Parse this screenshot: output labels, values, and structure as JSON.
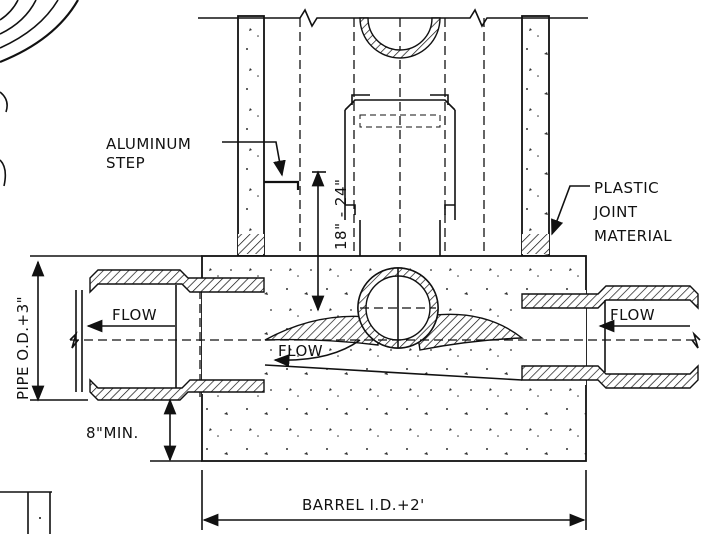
{
  "labels": {
    "aluminum_step_line1": "ALUMINUM",
    "aluminum_step_line2": "STEP",
    "plastic_joint_line1": "PLASTIC",
    "plastic_joint_line2": "JOINT",
    "plastic_joint_line3": "MATERIAL",
    "step_spacing": "18\" - 24\"",
    "pipe_od": "PIPE O.D.+3\"",
    "min_depth": "8\"MIN.",
    "barrel": "BARREL   I.D.+2'",
    "flow_left": "FLOW",
    "flow_center": "FLOW",
    "flow_right": "FLOW"
  }
}
